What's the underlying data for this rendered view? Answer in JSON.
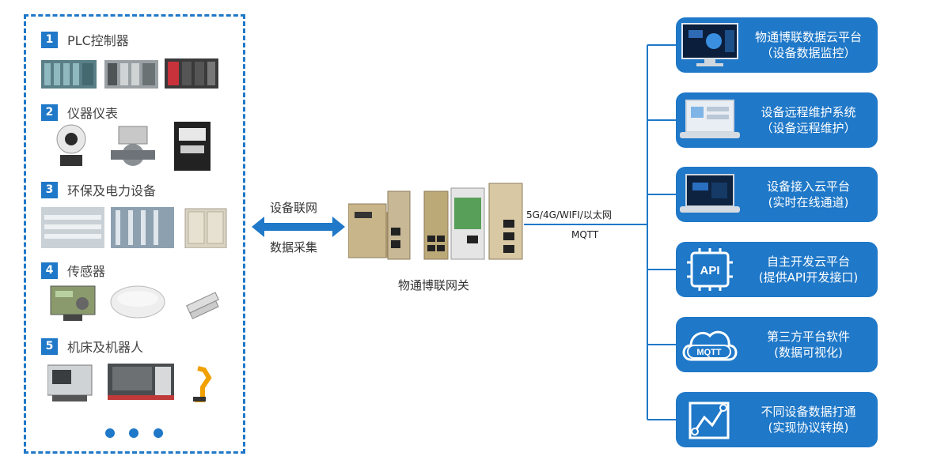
{
  "categories": [
    {
      "num": "1",
      "label": "PLC控制器"
    },
    {
      "num": "2",
      "label": "仪器仪表"
    },
    {
      "num": "3",
      "label": "环保及电力设备"
    },
    {
      "num": "4",
      "label": "传感器"
    },
    {
      "num": "5",
      "label": "机床及机器人"
    }
  ],
  "arrow": {
    "top_label": "设备联网",
    "bottom_label": "数据采集"
  },
  "gateway": {
    "label": "物通博联网关"
  },
  "connection": {
    "protocols": "5G/4G/WIFI/以太网",
    "mqtt": "MQTT"
  },
  "platforms": [
    {
      "title": "物通博联数据云平台",
      "subtitle": "（设备数据监控）",
      "icon": "monitor-dashboard-icon"
    },
    {
      "title": "设备远程维护系统",
      "subtitle": "（设备远程维护）",
      "icon": "laptop-icon"
    },
    {
      "title": "设备接入云平台",
      "subtitle": "(实时在线通道)",
      "icon": "laptop-dark-icon"
    },
    {
      "title": "自主开发云平台",
      "subtitle": "(提供API开发接口)",
      "icon": "api-chip-icon",
      "icon_text": "API"
    },
    {
      "title": "第三方平台软件",
      "subtitle": "(数据可视化)",
      "icon": "mqtt-cloud-icon",
      "icon_text": "MQTT"
    },
    {
      "title": "不同设备数据打通",
      "subtitle": "(实现协议转换)",
      "icon": "chart-line-icon"
    }
  ],
  "colors": {
    "brand": "#1f78c8",
    "line": "#1f78c8"
  }
}
